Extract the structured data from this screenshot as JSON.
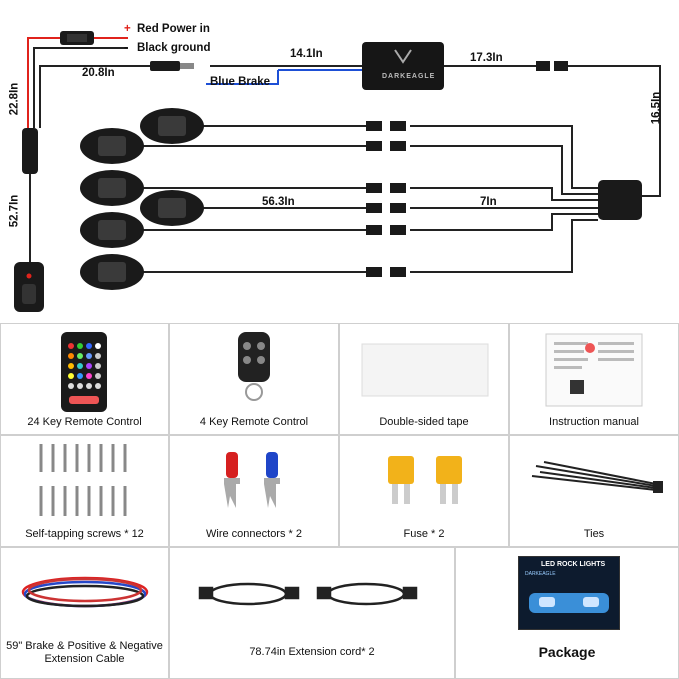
{
  "diagram": {
    "power_label": "Red Power in",
    "ground_label": "Black ground",
    "plus_sign": "+",
    "minus_sign": "-",
    "brake_label": "Blue Brake",
    "brand": "DARKEAGLE",
    "lengths": {
      "a": "14.1In",
      "b": "17.3In",
      "c": "20.8In",
      "d": "22.8In",
      "e": "16.5In",
      "f": "52.7In",
      "g": "56.3In",
      "h": "7In"
    }
  },
  "items": [
    {
      "label": "24 Key Remote Control",
      "icon": "remote-24key-icon"
    },
    {
      "label": "4 Key Remote Control",
      "icon": "keyfob-icon"
    },
    {
      "label": "Double-sided tape",
      "icon": "tape-icon"
    },
    {
      "label": "Instruction manual",
      "icon": "manual-icon"
    },
    {
      "label": "Self-tapping screws * 12",
      "icon": "screws-icon"
    },
    {
      "label": "Wire connectors * 2",
      "icon": "wire-connector-icon"
    },
    {
      "label": "Fuse * 2",
      "icon": "fuse-icon"
    },
    {
      "label": "Ties",
      "icon": "cable-ties-icon"
    },
    {
      "label": "59\" Brake & Positive & Negative Extension Cable",
      "icon": "extension-cable-icon"
    },
    {
      "label": "78.74in Extension cord* 2",
      "icon": "extension-cord-icon"
    },
    {
      "label": "Package",
      "icon": "package-box-icon"
    }
  ],
  "package_title": "LED ROCK LIGHTS",
  "package_brand": "DARKEAGLE",
  "colors": {
    "power_red": "#e0231c",
    "brake_blue": "#1d4fd6",
    "border": "#cfcfcf"
  }
}
